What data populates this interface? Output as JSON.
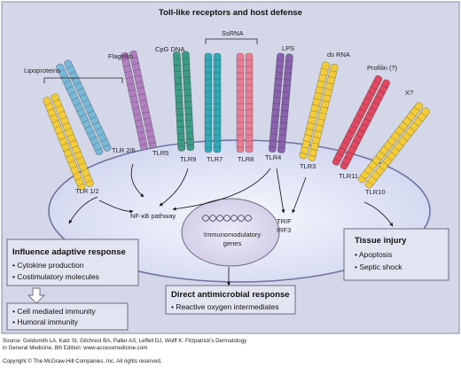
{
  "title": "Toll-like receptors and host defense",
  "ligands": {
    "lipoproteins": "Lipoproteins",
    "flagellin": "Flagellin",
    "cpg_dna": "CpG DNA",
    "ssrna": "SsRNA",
    "lps": "LPS",
    "dsrna": "ds RNA",
    "profilin": "Profilin (?)",
    "unknown": "X?"
  },
  "receptors": {
    "tlr12": "TLR 1/2",
    "tlr26": "TLR 2/6",
    "tlr5": "TLR5",
    "tlr9": "TLR9",
    "tlr7": "TLR7",
    "tlr8": "TLR8",
    "tlr4": "TLR4",
    "tlr3": "TLR3",
    "tlr11": "TLR11",
    "tlr10": "TLR10"
  },
  "pathways": {
    "nfkb": "NF-κB pathway",
    "trif": "TRIF",
    "irf3": "IRF3"
  },
  "nucleus": {
    "line1": "Immunomodulatory",
    "line2": "genes"
  },
  "boxes": {
    "adaptive": {
      "title": "Influence adaptive response",
      "items": [
        "• Cytokine production",
        "• Costimulatory molecules"
      ]
    },
    "immunity": {
      "items": [
        "• Cell mediated immunity",
        "• Humoral immunity"
      ]
    },
    "antimicrobial": {
      "title": "Direct antimicrobial response",
      "items": [
        "• Reactive oxygen intermediates"
      ]
    },
    "injury": {
      "title": "Tissue injury",
      "items": [
        "• Apoptosis",
        "• Septic shock"
      ]
    }
  },
  "caption": {
    "source1": "Source: Goldsmith LA, Katz SI, Gilchrest BA, Paller AS, Leffell DJ, Wolff K: Fitzpatrick's Dermatology",
    "source2": "in General Medicine, 8th Edition: www.accessmedicine.com",
    "copyright": "Copyright © The McGraw-Hill Companies, Inc. All rights reserved."
  },
  "colors": {
    "frame_bg": "#d4d7e8",
    "cell": "#dde2f5",
    "box": "#e3e4f2",
    "box_border": "#6b6c7e",
    "yellow": "#f2cc3a",
    "blue": "#79b8d6",
    "purple": "#b07fbf",
    "green": "#3e9b86",
    "teal": "#33a9b5",
    "pink": "#e67f95",
    "violet": "#8a63ad",
    "red": "#df4a62"
  }
}
